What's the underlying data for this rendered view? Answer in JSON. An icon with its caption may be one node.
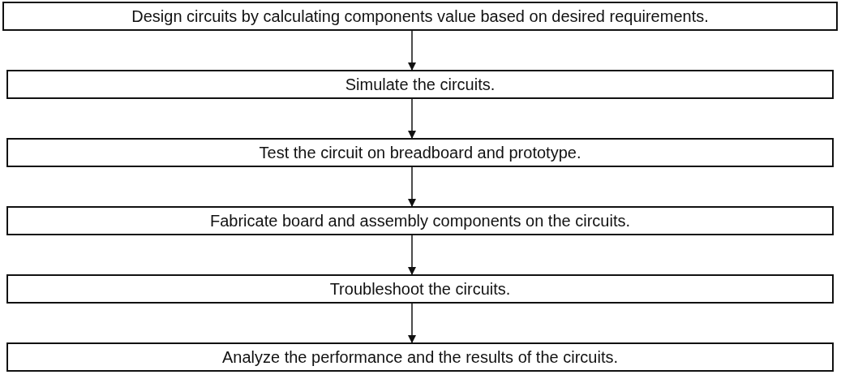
{
  "diagram": {
    "nodes": [
      {
        "text": [
          "Design circuits by calculating components value based on desired requirements."
        ]
      },
      {
        "text": [
          "Simulate the circuits."
        ]
      },
      {
        "text": [
          "Test the circuit on breadboard and prototype."
        ]
      },
      {
        "text": [
          "Fabricate board and assembly components on the circuits."
        ]
      },
      {
        "text": [
          "Troubleshoot the circuits."
        ]
      },
      {
        "text": [
          "Analyze the performance and the results of the circuits."
        ]
      }
    ],
    "edges": [
      {
        "from": 0,
        "to": 1,
        "arrow": "to"
      },
      {
        "from": 1,
        "to": 2,
        "arrow": "to"
      },
      {
        "from": 2,
        "to": 3,
        "arrow": "to"
      },
      {
        "from": 3,
        "to": 4,
        "arrow": "to"
      },
      {
        "from": 4,
        "to": 5,
        "arrow": "to"
      }
    ]
  }
}
